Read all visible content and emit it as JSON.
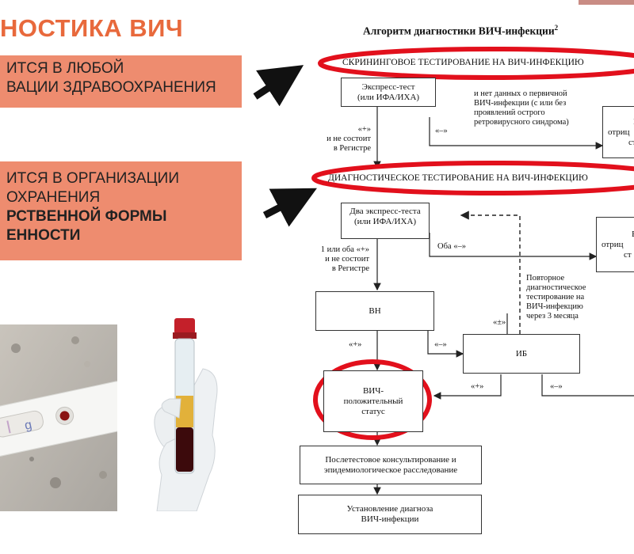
{
  "slide": {
    "title": "НОСТИКА ВИЧ",
    "note1": [
      "ИТСЯ В ЛЮБОЙ",
      "ВАЦИИ ЗДРАВООХРАНЕНИЯ"
    ],
    "note2": [
      "ИТСЯ В ОРГАНИЗАЦИИ",
      "ОХРАНЕНИЯ",
      "РСТВЕННОЙ ФОРМЫ",
      "ЕННОСТИ"
    ]
  },
  "flowchart": {
    "title": "Алгоритм диагностики ВИЧ-инфекции",
    "title_sup": "2",
    "screening_band": "СКРИНИНГОВОЕ ТЕСТИРОВАНИЕ НА ВИЧ-ИНФЕКЦИЮ",
    "diagnostic_band": "ДИАГНОСТИЧЕСКОЕ ТЕСТИРОВАНИЕ НА ВИЧ-ИНФЕКЦИЮ",
    "express_test": [
      "Экспресс-тест",
      "(или ИФА/ИХА)"
    ],
    "no_data_note": [
      "и нет данных о первичной",
      "ВИЧ-инфекции (с или без",
      "проявлений острого",
      "ретровирусного синдрома)"
    ],
    "neg_label_1": "«–»",
    "pos_not_in_register": [
      "«+»",
      "и не состоит",
      "в Регистре"
    ],
    "right_box_1": [
      "В",
      "отриц",
      "ст"
    ],
    "two_tests": [
      "Два экспресс-теста",
      "(или ИФА/ИХА)"
    ],
    "one_or_both_pos": [
      "1 или оба «+»",
      "и не состоит",
      "в Регистре"
    ],
    "both_neg": "Оба «–»",
    "right_box_2": [
      "В",
      "отриц",
      "ст"
    ],
    "repeat_test_note": [
      "Повторное",
      "диагностическое",
      "тестирование на",
      "ВИЧ-инфекцию",
      "через 3 месяца"
    ],
    "vn": "ВН",
    "ib": "ИБ",
    "pos_label": "«+»",
    "neg_label_2": "«–»",
    "pm_label": "«±»",
    "pos_label_2": "«+»",
    "neg_label_3": "«–»",
    "hiv_positive": [
      "ВИЧ-",
      "положительный",
      "статус"
    ],
    "counseling": [
      "Послетестовое консультирование и",
      "эпидемиологическое расследование"
    ],
    "diagnosis": [
      "Установление диагноза",
      "ВИЧ-инфекции"
    ]
  },
  "colors": {
    "title": "#e8693c",
    "note_bg": "#ee8c6f",
    "ellipse": "#e2101c",
    "arrow": "#111111"
  }
}
